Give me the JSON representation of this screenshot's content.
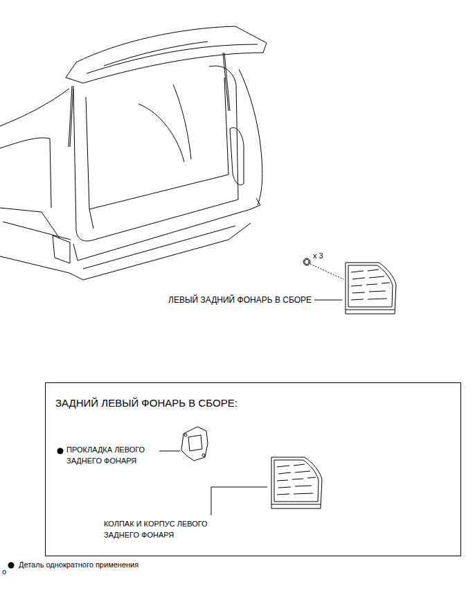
{
  "diagram": {
    "nodes": [
      {
        "text": [
          "ЗАДНИЙ ЛЕВЫЙ ФОНАРЬ В СБОРЕ:"
        ]
      }
    ],
    "labels": [
      "x 3",
      "ЛЕВЫЙ ЗАДНИЙ ФОНАРЬ В СБОРЕ",
      "ПРОКЛАДКА ЛЕВОГО ЗАДНЕГО ФОНАРЯ",
      "КОЛПАК И КОРПУС ЛЕВОГО ЗАДНЕГО ФОНАРЯ",
      "o"
    ],
    "legend": [
      {
        "text": "Деталь однократного применения"
      }
    ]
  }
}
